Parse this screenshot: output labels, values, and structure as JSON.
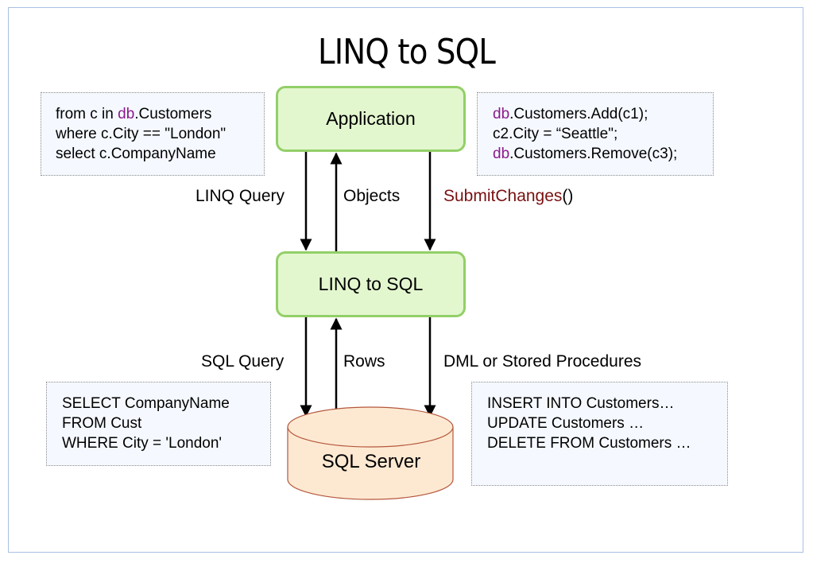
{
  "title": "LINQ to SQL",
  "nodes": {
    "application": "Application",
    "linq_to_sql": "LINQ to SQL",
    "sql_server": "SQL Server"
  },
  "labels": {
    "linq_query": "LINQ Query",
    "objects": "Objects",
    "submit_changes_name": "SubmitChanges",
    "submit_changes_parens": "()",
    "sql_query": "SQL Query",
    "rows": "Rows",
    "dml": "DML or Stored Procedures"
  },
  "code_boxes": {
    "linq_query": {
      "lines": [
        {
          "kw": "",
          "pre": "from c in ",
          "db": "db",
          "post": ".Customers"
        },
        {
          "text": "where c.City == \"London\""
        },
        {
          "text": "select c.CompanyName"
        }
      ]
    },
    "changes": {
      "lines": [
        {
          "db": "db",
          "post": ".Customers.Add(c1);"
        },
        {
          "text": "c2.City = “Seattle\";"
        },
        {
          "db": "db",
          "post": ".Customers.Remove(c3);"
        }
      ]
    },
    "sql_query": {
      "lines": [
        "SELECT CompanyName",
        "FROM Cust",
        "WHERE City = 'London'"
      ]
    },
    "dml": {
      "lines": [
        "INSERT INTO Customers…",
        "UPDATE Customers …",
        "DELETE FROM Customers …"
      ]
    }
  },
  "colors": {
    "node_fill": "#e3f7cf",
    "node_border": "#93cf68",
    "db_fill": "#fde9d2",
    "db_border": "#b5573c",
    "keyword": "#8b1a8b",
    "method": "#7a1010",
    "code_bg": "#f5f9ff",
    "frame_border": "#a9c0e6"
  }
}
